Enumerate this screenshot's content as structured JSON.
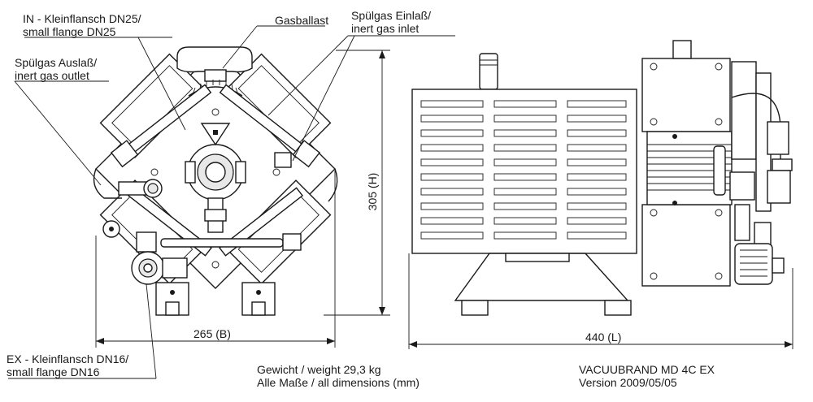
{
  "labels": {
    "in_flange_de": "IN - Kleinflansch DN25/",
    "in_flange_en": "small flange DN25",
    "gasballast": "Gasballast",
    "purge_inlet_de": "Spülgas Einlaß/",
    "purge_inlet_en": "inert gas inlet",
    "purge_outlet_de": "Spülgas Auslaß/",
    "purge_outlet_en": "inert gas outlet",
    "ex_flange_de": "EX - Kleinflansch DN16/",
    "ex_flange_en": "small flange DN16"
  },
  "dimensions": {
    "height": "305 (H)",
    "width": "265 (B)",
    "length": "440 (L)"
  },
  "footer": {
    "weight": "Gewicht / weight 29,3 kg",
    "units": "Alle Maße / all dimensions (mm)",
    "model": "VACUUBRAND MD 4C EX",
    "version": "Version 2009/05/05"
  }
}
